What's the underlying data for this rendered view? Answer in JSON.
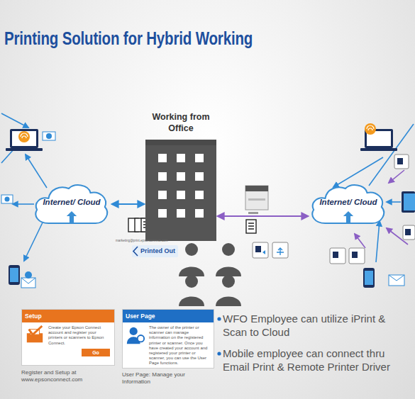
{
  "diagram": {
    "title": "Printing Solution for Hybrid Working",
    "nodes": [
      {
        "text": [
          "Internet/ Cloud"
        ]
      },
      {
        "text": [
          "Working from Office"
        ]
      },
      {
        "text": [
          "Printed Out"
        ]
      },
      {
        "text": [
          "Internet/ Cloud"
        ]
      },
      {
        "text": [
          "Setup",
          "Create your Epson Connect account and register your printers or scanners to Epson Connect."
        ]
      },
      {
        "text": [
          "Go"
        ],
        "in": 4
      },
      {
        "text": [
          "User Page",
          "The owner of the printer or scanner can manage information on the registered printer or scanner. Once you have created your account and registered your printer or scanner, you can use the User Page functions."
        ]
      }
    ],
    "edges": [
      {
        "from": 0,
        "to": 1,
        "arrow": "both"
      },
      {
        "from": 1,
        "to": 3,
        "arrow": "both"
      }
    ],
    "labels": [
      "marketing@print.epsonconnect.com",
      "Register and Setup at www.epsonconnect.com",
      "User Page: Manage your Information",
      "WFO Employee can utilize iPrint & Scan to Cloud",
      "Mobile employee can connect thru Email Print & Remote Printer Driver"
    ]
  }
}
